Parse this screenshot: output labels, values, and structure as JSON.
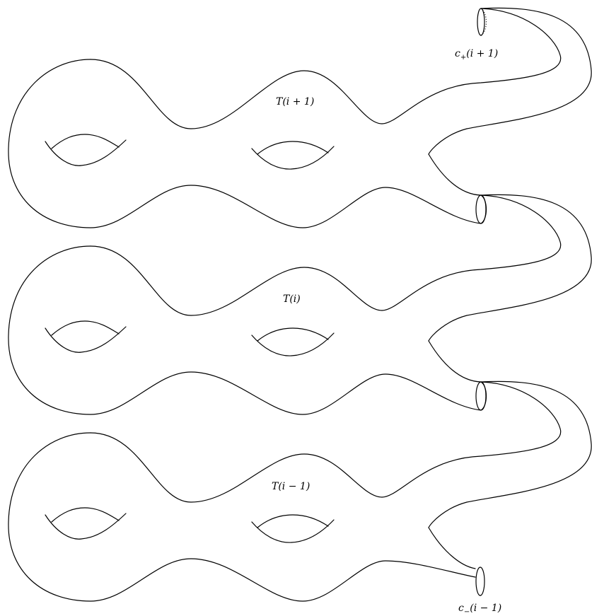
{
  "diagram": {
    "labels": {
      "top_boundary": {
        "base": "c",
        "sub": "+",
        "arg": "(i + 1)"
      },
      "top_surface": "T(i + 1)",
      "middle_surface": "T(i)",
      "bottom_surface": "T(i − 1)",
      "bottom_boundary": {
        "base": "c",
        "sub": "−",
        "arg": "(i − 1)"
      }
    },
    "surfaces": [
      {
        "name": "T(i + 1)",
        "genus": 2
      },
      {
        "name": "T(i)",
        "genus": 2
      },
      {
        "name": "T(i − 1)",
        "genus": 2
      }
    ]
  }
}
